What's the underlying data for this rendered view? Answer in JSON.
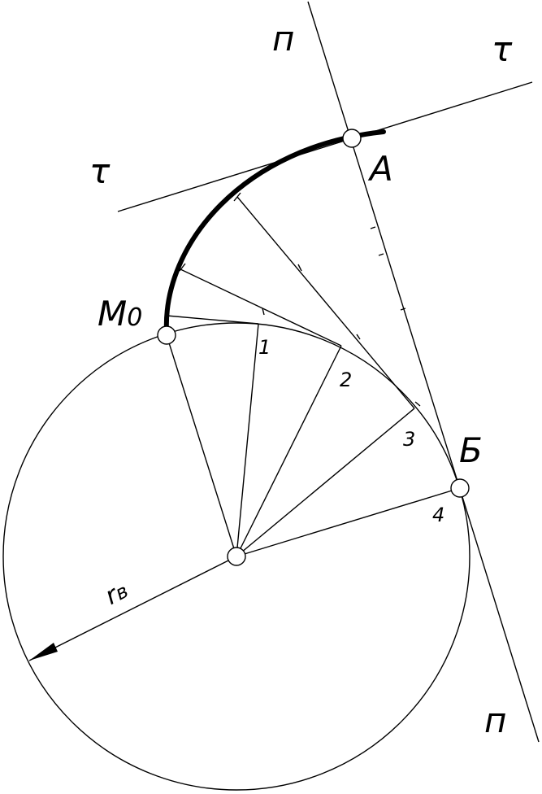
{
  "labels": {
    "n_top": "п",
    "n_bottom": "п",
    "tau_right": "τ",
    "tau_left": "τ",
    "point_a": "A",
    "point_b": "Б",
    "point_m0": "M",
    "point_m0_sub": "0",
    "div_1": "1",
    "div_2": "2",
    "div_3": "3",
    "div_4": "4",
    "radius": "r",
    "radius_sub": "в"
  },
  "colors": {
    "ink": "#000000",
    "paper": "#ffffff"
  }
}
